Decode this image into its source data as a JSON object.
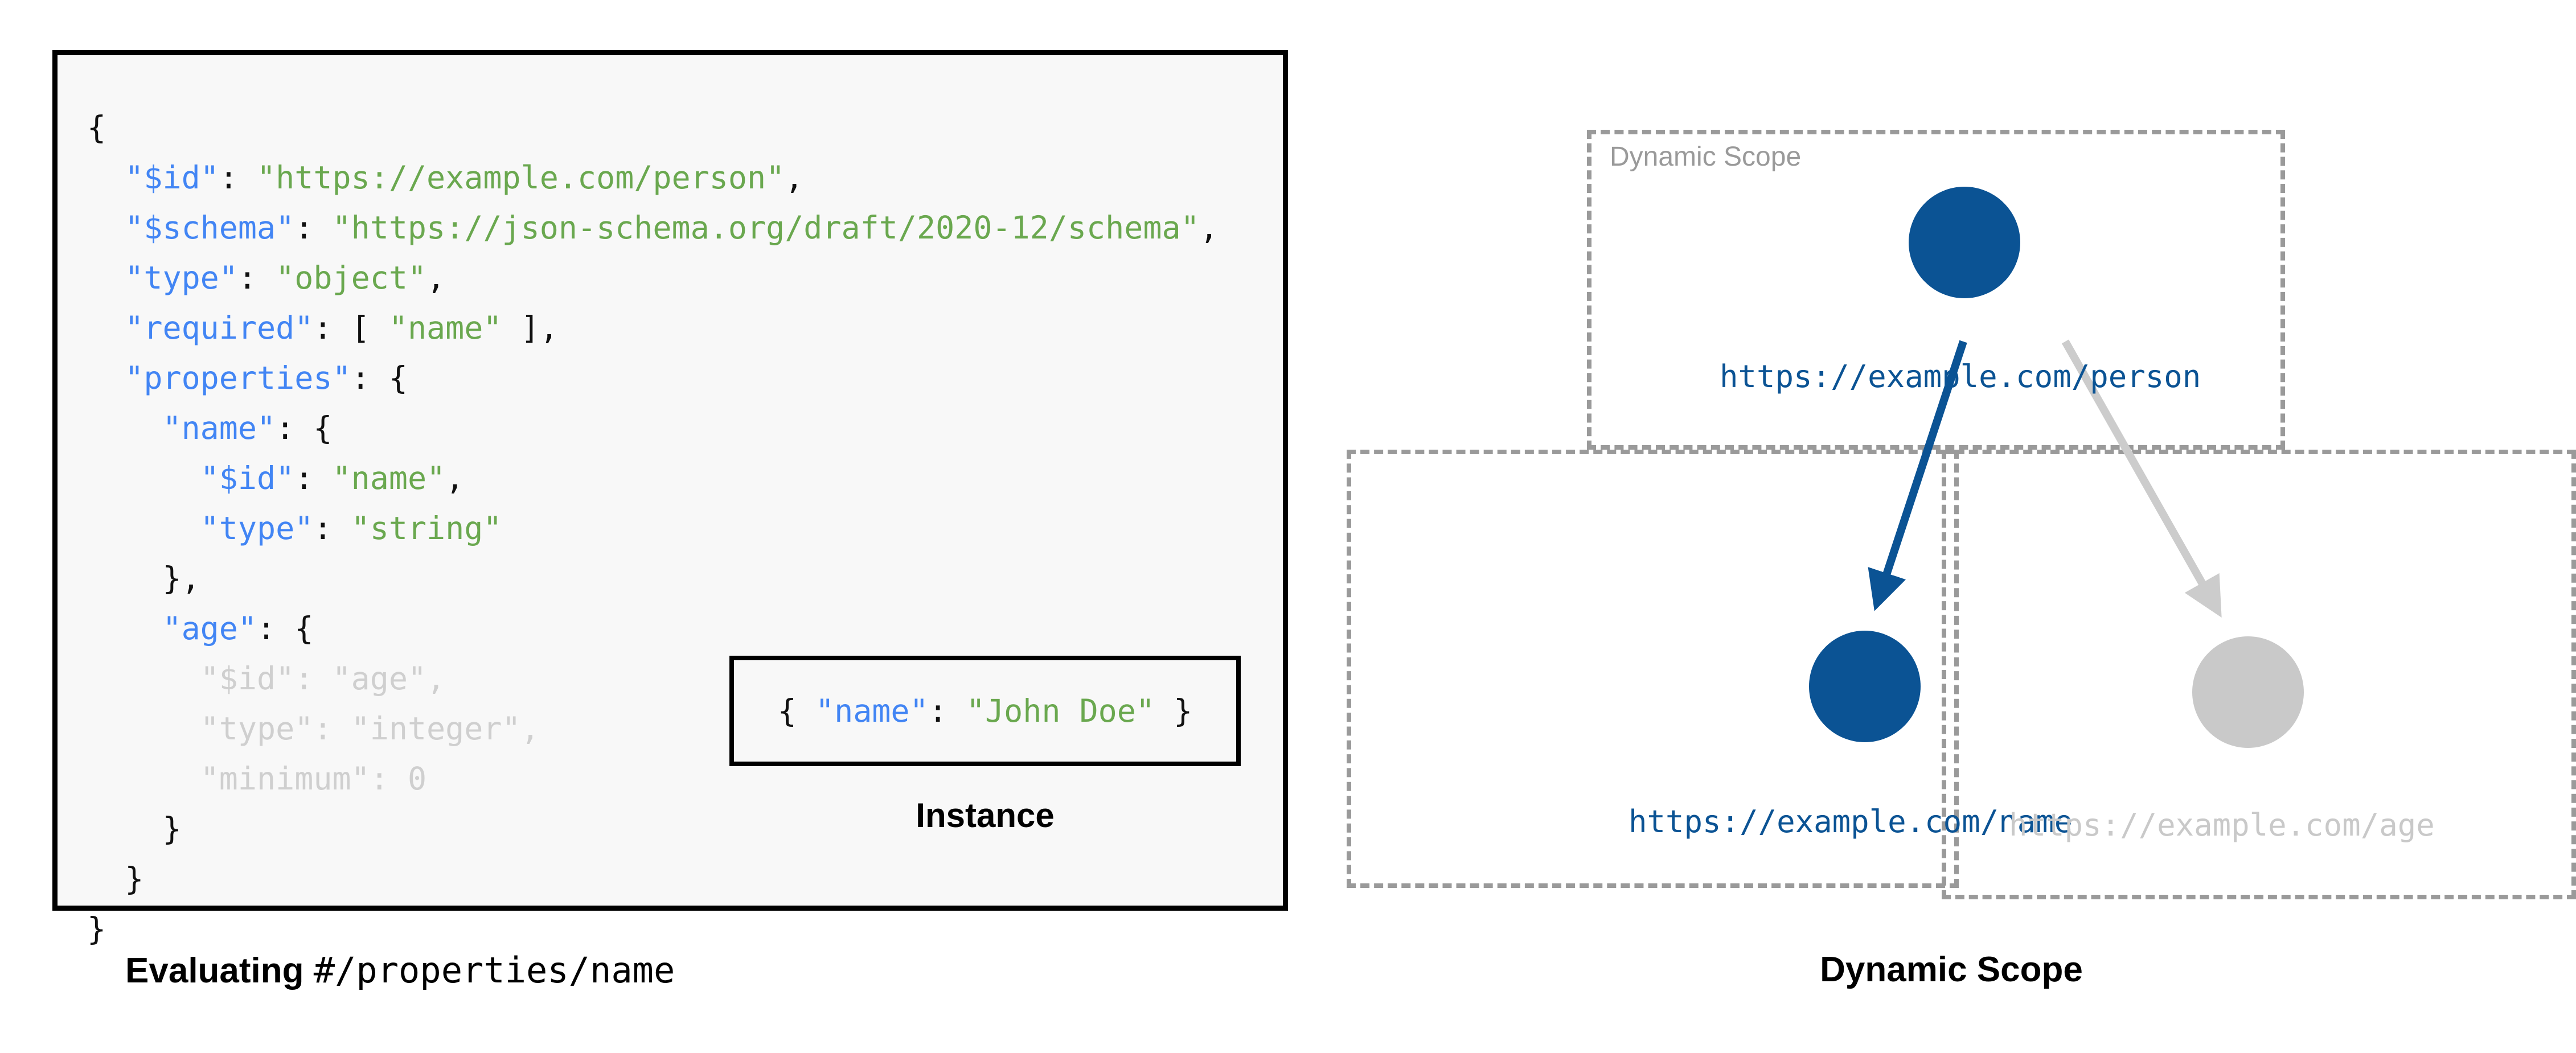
{
  "schema_panel": {
    "caption_lead": "Evaluating ",
    "caption_path": "#/properties/name",
    "code_lines": [
      {
        "indent": 0,
        "tokens": [
          {
            "t": "{",
            "c": "p"
          }
        ]
      },
      {
        "indent": 1,
        "tokens": [
          {
            "t": "\"$id\"",
            "c": "k"
          },
          {
            "t": ": ",
            "c": "p"
          },
          {
            "t": "\"https://example.com/person\"",
            "c": "s"
          },
          {
            "t": ",",
            "c": "p"
          }
        ]
      },
      {
        "indent": 1,
        "tokens": [
          {
            "t": "\"$schema\"",
            "c": "k"
          },
          {
            "t": ": ",
            "c": "p"
          },
          {
            "t": "\"https://json-schema.org/draft/2020-12/schema\"",
            "c": "s"
          },
          {
            "t": ",",
            "c": "p"
          }
        ]
      },
      {
        "indent": 1,
        "tokens": [
          {
            "t": "\"type\"",
            "c": "k"
          },
          {
            "t": ": ",
            "c": "p"
          },
          {
            "t": "\"object\"",
            "c": "s"
          },
          {
            "t": ",",
            "c": "p"
          }
        ]
      },
      {
        "indent": 1,
        "tokens": [
          {
            "t": "\"required\"",
            "c": "k"
          },
          {
            "t": ": [ ",
            "c": "p"
          },
          {
            "t": "\"name\"",
            "c": "s"
          },
          {
            "t": " ],",
            "c": "p"
          }
        ]
      },
      {
        "indent": 1,
        "tokens": [
          {
            "t": "\"properties\"",
            "c": "k"
          },
          {
            "t": ": {",
            "c": "p"
          }
        ]
      },
      {
        "indent": 2,
        "tokens": [
          {
            "t": "\"name\"",
            "c": "k"
          },
          {
            "t": ": {",
            "c": "p"
          }
        ]
      },
      {
        "indent": 3,
        "tokens": [
          {
            "t": "\"$id\"",
            "c": "k"
          },
          {
            "t": ": ",
            "c": "p"
          },
          {
            "t": "\"name\"",
            "c": "s"
          },
          {
            "t": ",",
            "c": "p"
          }
        ]
      },
      {
        "indent": 3,
        "tokens": [
          {
            "t": "\"type\"",
            "c": "k"
          },
          {
            "t": ": ",
            "c": "p"
          },
          {
            "t": "\"string\"",
            "c": "s"
          }
        ]
      },
      {
        "indent": 2,
        "tokens": [
          {
            "t": "},",
            "c": "p"
          }
        ]
      },
      {
        "indent": 2,
        "tokens": [
          {
            "t": "\"age\"",
            "c": "k"
          },
          {
            "t": ": {",
            "c": "p"
          }
        ]
      },
      {
        "indent": 3,
        "tokens": [
          {
            "t": "\"$id\"",
            "c": "fade"
          },
          {
            "t": ": ",
            "c": "fadep"
          },
          {
            "t": "\"age\"",
            "c": "fades"
          },
          {
            "t": ",",
            "c": "fadep"
          }
        ]
      },
      {
        "indent": 3,
        "tokens": [
          {
            "t": "\"type\"",
            "c": "fade"
          },
          {
            "t": ": ",
            "c": "fadep"
          },
          {
            "t": "\"integer\"",
            "c": "fades"
          },
          {
            "t": ",",
            "c": "fadep"
          }
        ]
      },
      {
        "indent": 3,
        "tokens": [
          {
            "t": "\"minimum\"",
            "c": "fade"
          },
          {
            "t": ": ",
            "c": "fadep"
          },
          {
            "t": "0",
            "c": "fades"
          }
        ]
      },
      {
        "indent": 2,
        "tokens": [
          {
            "t": "}",
            "c": "p"
          }
        ]
      },
      {
        "indent": 1,
        "tokens": [
          {
            "t": "}",
            "c": "p"
          }
        ]
      },
      {
        "indent": 0,
        "tokens": [
          {
            "t": "}",
            "c": "p"
          }
        ]
      }
    ]
  },
  "instance_panel": {
    "caption": "Instance",
    "code_tokens": [
      {
        "t": "{ ",
        "c": "p"
      },
      {
        "t": "\"name\"",
        "c": "k"
      },
      {
        "t": ": ",
        "c": "p"
      },
      {
        "t": "\"John Doe\"",
        "c": "s"
      },
      {
        "t": " }",
        "c": "p"
      }
    ]
  },
  "scope_panel": {
    "caption": "Dynamic Scope",
    "top_box_label": "Dynamic Scope",
    "nodes": [
      {
        "id": "person",
        "label": "https://example.com/person",
        "state": "active",
        "color": "#0B5394"
      },
      {
        "id": "name",
        "label": "https://example.com/name",
        "state": "active",
        "color": "#0B5394"
      },
      {
        "id": "age",
        "label": "https://example.com/age",
        "state": "inactive",
        "color": "#c9c9c9"
      }
    ],
    "edges": [
      {
        "from": "person",
        "to": "name",
        "state": "active",
        "color": "#0B5394"
      },
      {
        "from": "person",
        "to": "age",
        "state": "inactive",
        "color": "#cccccc"
      }
    ]
  },
  "palette": {
    "json_key": "#4285F4",
    "json_string": "#6AA84F",
    "json_punct": "#111111",
    "faded": "#cfcfcf",
    "accent_blue": "#0B5394",
    "inactive_grey": "#c9c9c9",
    "dash_grey": "#9a9a9a",
    "code_bg": "#f8f8f8"
  }
}
